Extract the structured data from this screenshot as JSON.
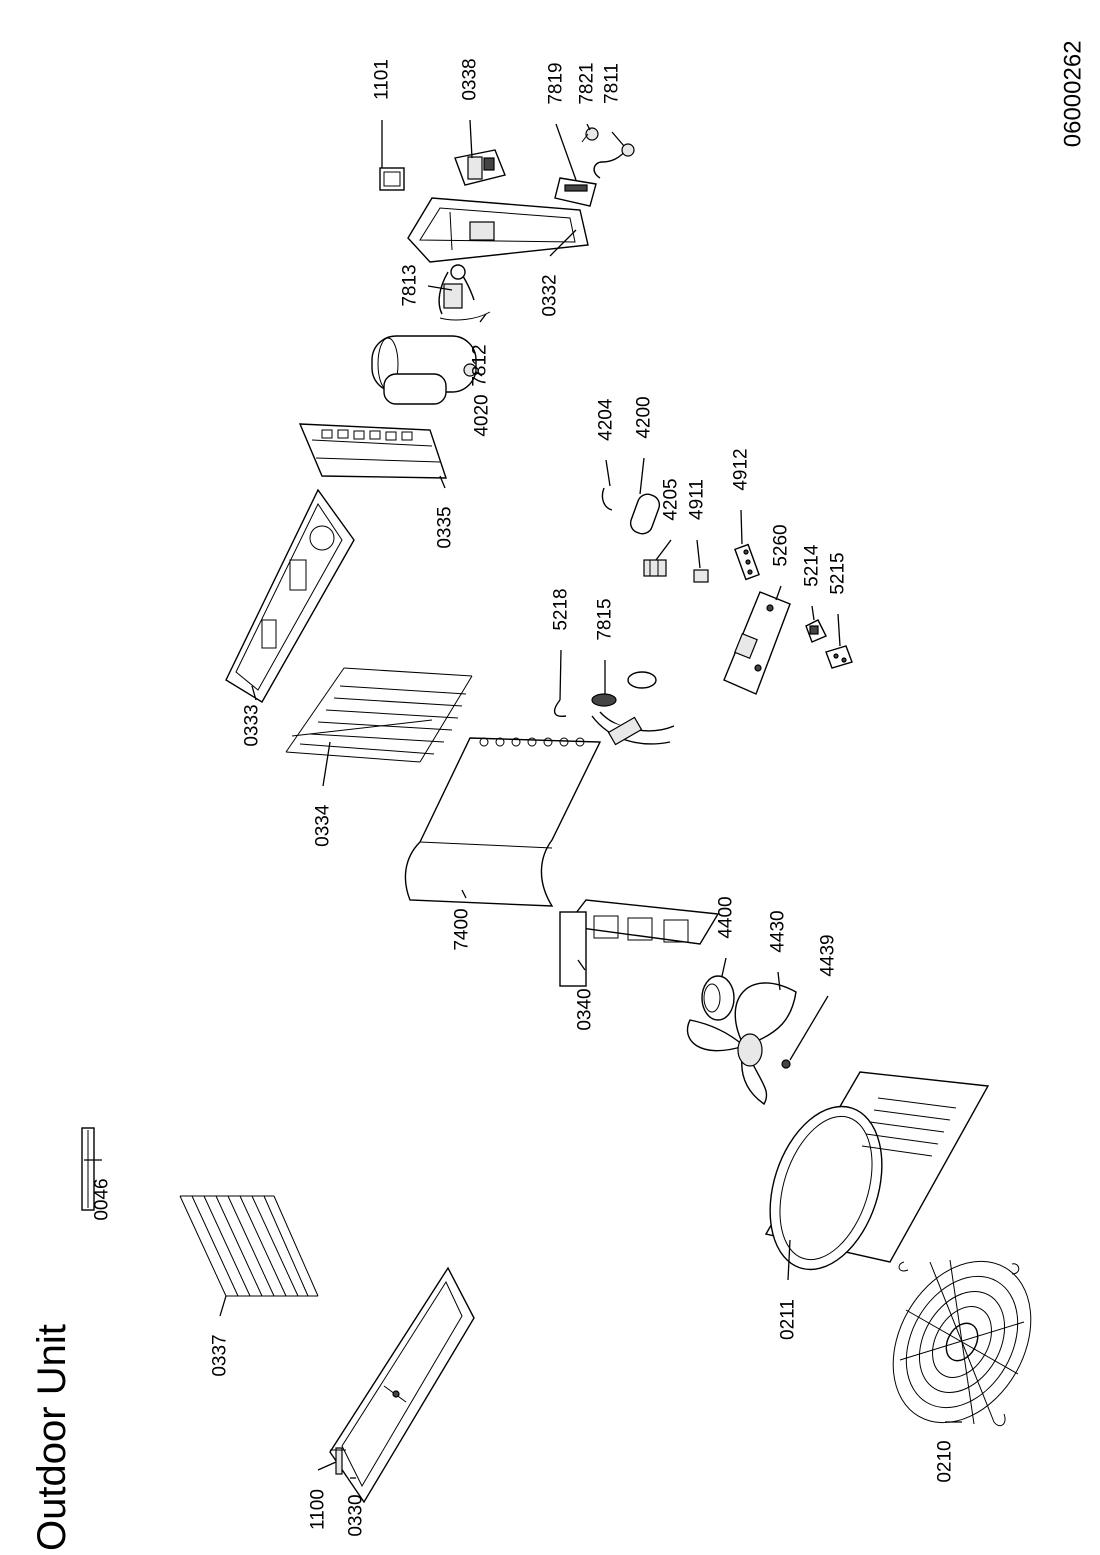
{
  "title": "Outdoor Unit",
  "document_number": "06000262",
  "parts": [
    {
      "id": "p1101",
      "label": "1101"
    },
    {
      "id": "p0338",
      "label": "0338"
    },
    {
      "id": "p7819",
      "label": "7819"
    },
    {
      "id": "p7821",
      "label": "7821"
    },
    {
      "id": "p7811",
      "label": "7811"
    },
    {
      "id": "p7813",
      "label": "7813"
    },
    {
      "id": "p0332",
      "label": "0332"
    },
    {
      "id": "p7812",
      "label": "7812"
    },
    {
      "id": "p4020",
      "label": "4020"
    },
    {
      "id": "p4204",
      "label": "4204"
    },
    {
      "id": "p4200",
      "label": "4200"
    },
    {
      "id": "p4205",
      "label": "4205"
    },
    {
      "id": "p4911",
      "label": "4911"
    },
    {
      "id": "p4912",
      "label": "4912"
    },
    {
      "id": "p0335",
      "label": "0335"
    },
    {
      "id": "p5218",
      "label": "5218"
    },
    {
      "id": "p7815",
      "label": "7815"
    },
    {
      "id": "p5260",
      "label": "5260"
    },
    {
      "id": "p5214",
      "label": "5214"
    },
    {
      "id": "p5215",
      "label": "5215"
    },
    {
      "id": "p0333",
      "label": "0333"
    },
    {
      "id": "p0334",
      "label": "0334"
    },
    {
      "id": "p4400",
      "label": "4400"
    },
    {
      "id": "p4430",
      "label": "4430"
    },
    {
      "id": "p4439",
      "label": "4439"
    },
    {
      "id": "p7400",
      "label": "7400"
    },
    {
      "id": "p0340",
      "label": "0340"
    },
    {
      "id": "p0046",
      "label": "0046"
    },
    {
      "id": "p0211",
      "label": "0211"
    },
    {
      "id": "p0337",
      "label": "0337"
    },
    {
      "id": "p0210",
      "label": "0210"
    },
    {
      "id": "p1100",
      "label": "1100"
    },
    {
      "id": "p0330",
      "label": "0330"
    }
  ]
}
